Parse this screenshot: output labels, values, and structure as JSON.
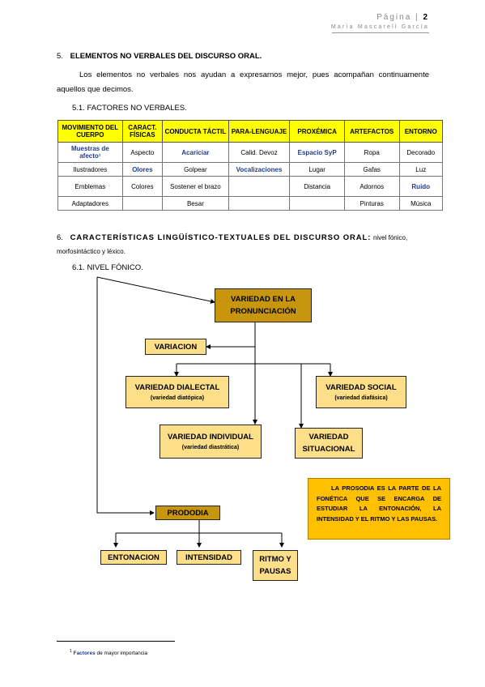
{
  "header": {
    "page_label": "Página",
    "page_number": "2",
    "author": "María Mascarell García"
  },
  "section5": {
    "number": "5.",
    "title": "ELEMENTOS NO VERBALES DEL DISCURSO ORAL.",
    "paragraph": "Los elementos no verbales nos ayudan a expresarnos mejor, pues acompañan continuamente aquellos que decimos.",
    "sub_number": "5.1.",
    "sub_title": "FACTORES NO VERBALES."
  },
  "table": {
    "headers": [
      "MOVIMIENTO DEL CUERPO",
      "CARACT. FÍSICAS",
      "CONDUCTA TÁCTIL",
      "PARA-LENGUAJE",
      "PROXÉMICA",
      "ARTEFACTOS",
      "ENTORNO"
    ],
    "rows": [
      [
        "Muestras de afecto¹",
        "Aspecto",
        "Acariciar",
        "Calid. Devoz",
        "Espacio SyP",
        "Ropa",
        "Decorado"
      ],
      [
        "Ilustradores",
        "Olores",
        "Golpear",
        "Vocalizaciones",
        "Lugar",
        "Gafas",
        "Luz"
      ],
      [
        "Emblemas",
        "Colores",
        "Sostener el brazo",
        "",
        "Distancia",
        "Adornos",
        "Ruido"
      ],
      [
        "Adaptadores",
        "",
        "Besar",
        "",
        "",
        "Pinturas",
        "Música"
      ]
    ],
    "highlight_color": "#ffff00",
    "emphasis_color": "#1f3d8a"
  },
  "section6": {
    "number": "6.",
    "title": "CARACTERÍSTICAS LINGÜÍSTICO-TEXTUALES DEL DISCURSO ORAL:",
    "title_tail": "nivel fónico, morfosintáctico y léxico.",
    "sub_number": "6.1.",
    "sub_title": "NIVEL FÓNICO."
  },
  "diagram": {
    "variedad_pron": "VARIEDAD EN LA PRONUNCIACIÓN",
    "variacion": "VARIACION",
    "dialectal": "VARIEDAD DIALECTAL",
    "dialectal_sub": "(variedad diatópica)",
    "social": "VARIEDAD SOCIAL",
    "social_sub": "(variedad diafásica)",
    "individual": "VARIEDAD INDIVIDUAL",
    "individual_sub": "(variedad diastrática)",
    "situacional": "VARIEDAD SITUACIONAL",
    "prododia": "PRODODIA",
    "entonacion": "ENTONACION",
    "intensidad": "INTENSIDAD",
    "ritmo": "RITMO Y PAUSAS",
    "note": "LA PROSODIA ES LA PARTE DE LA FONÉTICA QUE SE ENCARGA DE ESTUDIAR LA ENTONACIÓN, LA INTENSIDAD Y EL RITMO Y LAS PAUSAS.",
    "dark_color": "#c8960c",
    "light_color": "#fddf8a",
    "note_color": "#ffc000"
  },
  "footnote": {
    "marker": "1",
    "word": "Factores",
    "text": "de mayor importancia"
  }
}
